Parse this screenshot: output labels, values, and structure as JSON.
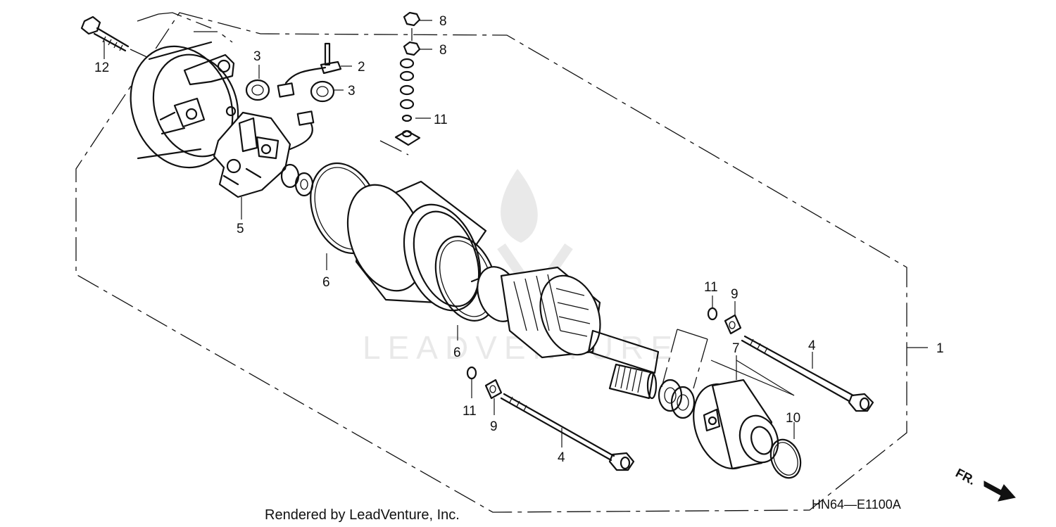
{
  "diagram": {
    "code": "HN64—E1100A",
    "direction_label": "FR.",
    "credit": "Rendered by LeadVenture, Inc.",
    "watermark": "LEADVENTURE",
    "callouts": {
      "c1": "1",
      "c2": "2",
      "c3a": "3",
      "c3b": "3",
      "c4a": "4",
      "c4b": "4",
      "c5": "5",
      "c6a": "6",
      "c6b": "6",
      "c7": "7",
      "c8a": "8",
      "c8b": "8",
      "c9a": "9",
      "c9b": "9",
      "c10": "10",
      "c11a": "11",
      "c11b": "11",
      "c11c": "11",
      "c12": "12"
    }
  }
}
